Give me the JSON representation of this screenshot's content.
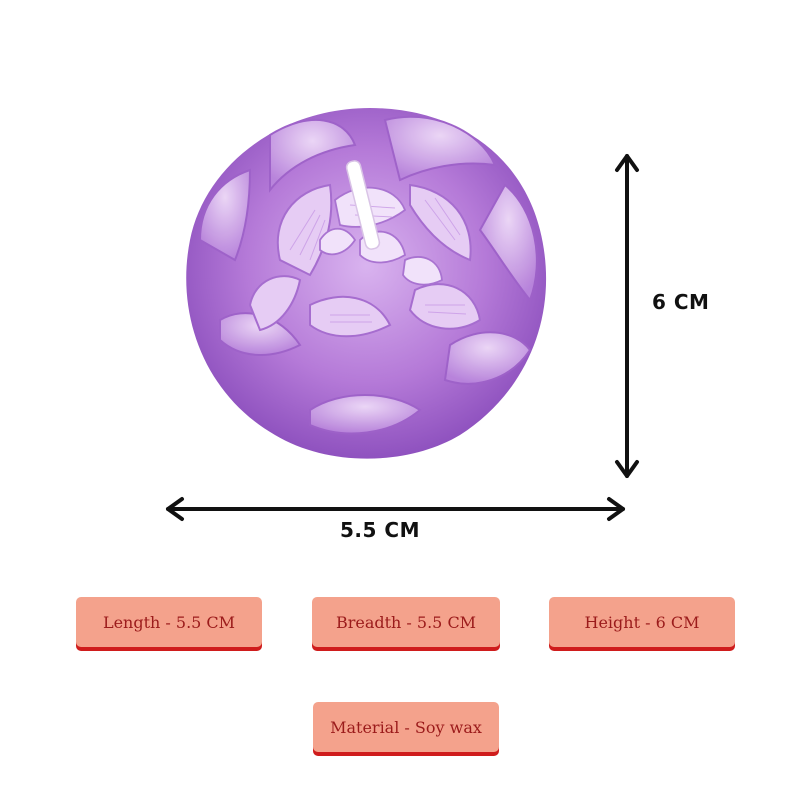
{
  "dimensions": {
    "width_label": "5.5 CM",
    "height_label": "6 CM",
    "arrow_color": "#111111"
  },
  "product": {
    "wax_color": "#b57ad8",
    "wick_color": "#ffffff"
  },
  "specs": {
    "chip_color": "#f4a28c",
    "chip_shadow_color": "#cf1c1c",
    "chip_text_color": "#9b1b1b",
    "items": [
      {
        "label": "Length - 5.5 CM"
      },
      {
        "label": "Breadth - 5.5 CM"
      },
      {
        "label": "Height - 6 CM"
      },
      {
        "label": "Material - Soy wax"
      }
    ]
  }
}
